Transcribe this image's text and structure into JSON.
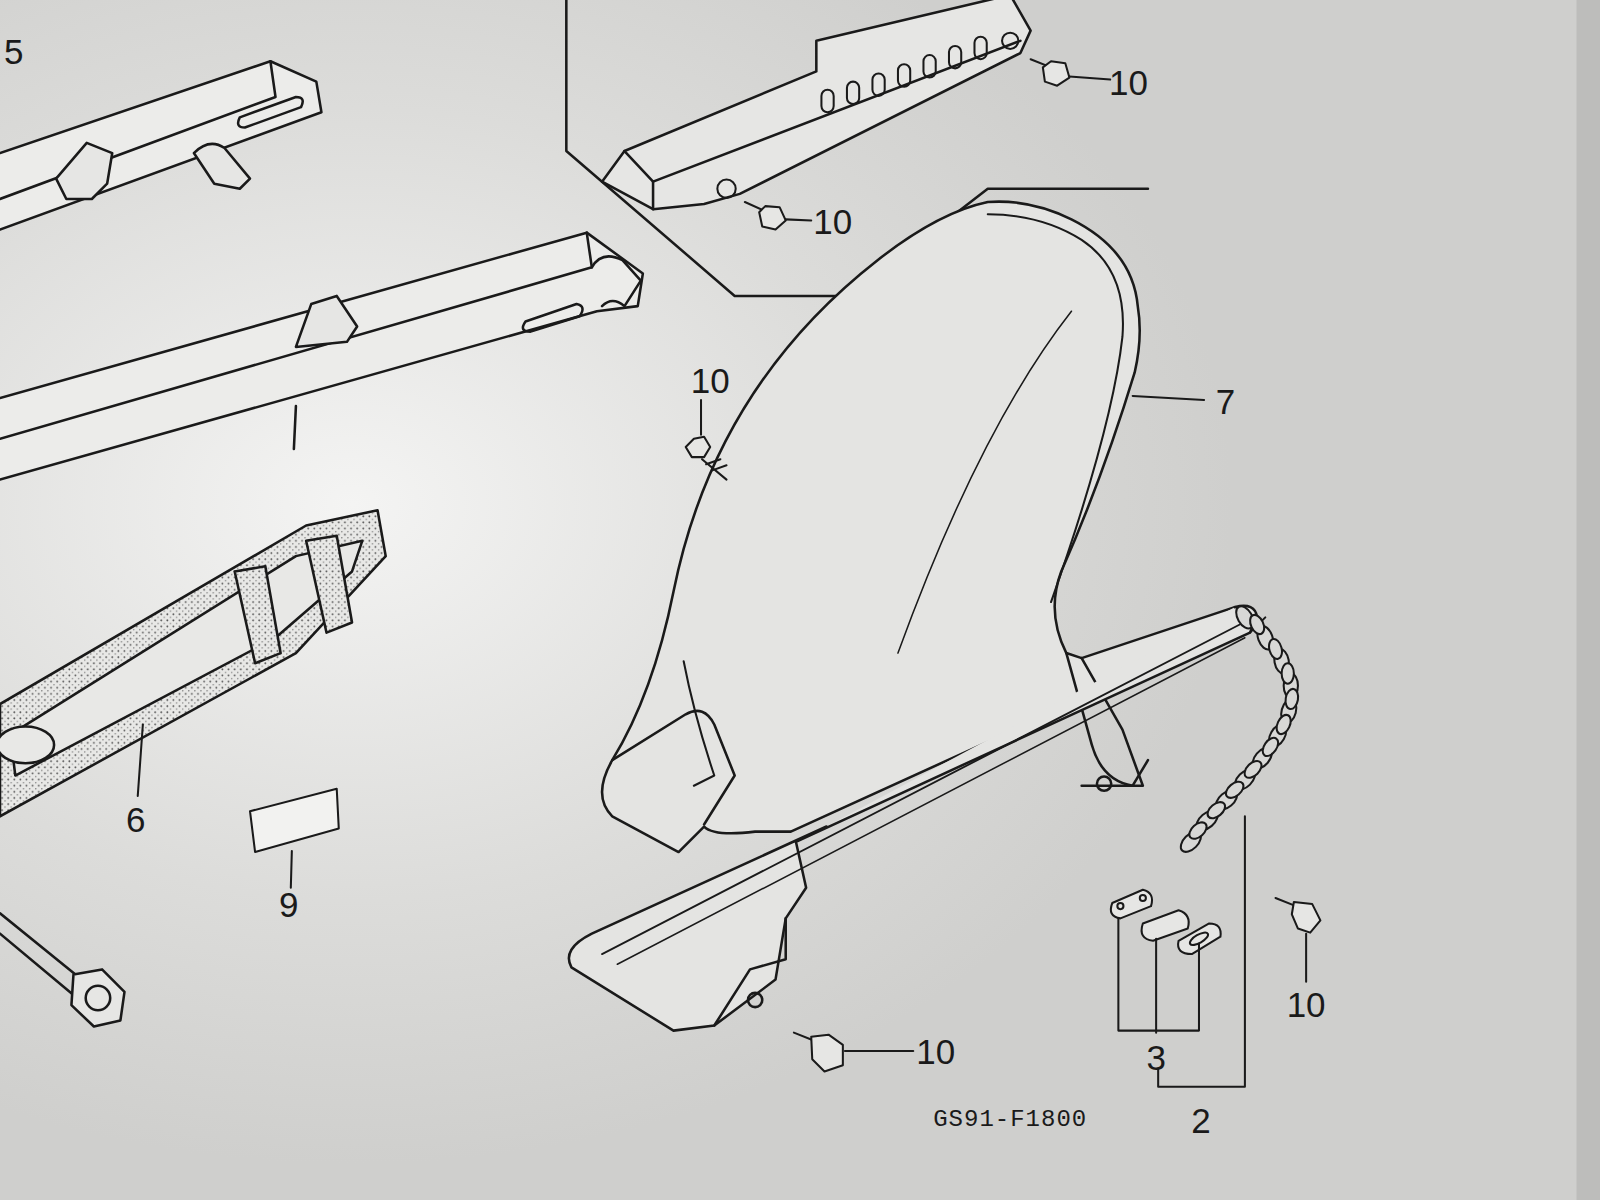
{
  "diagram": {
    "labels": [
      "5",
      "10",
      "10",
      "7",
      "10",
      "6",
      "9",
      "10",
      "10",
      "3",
      "GS91-F1800",
      "2"
    ]
  }
}
